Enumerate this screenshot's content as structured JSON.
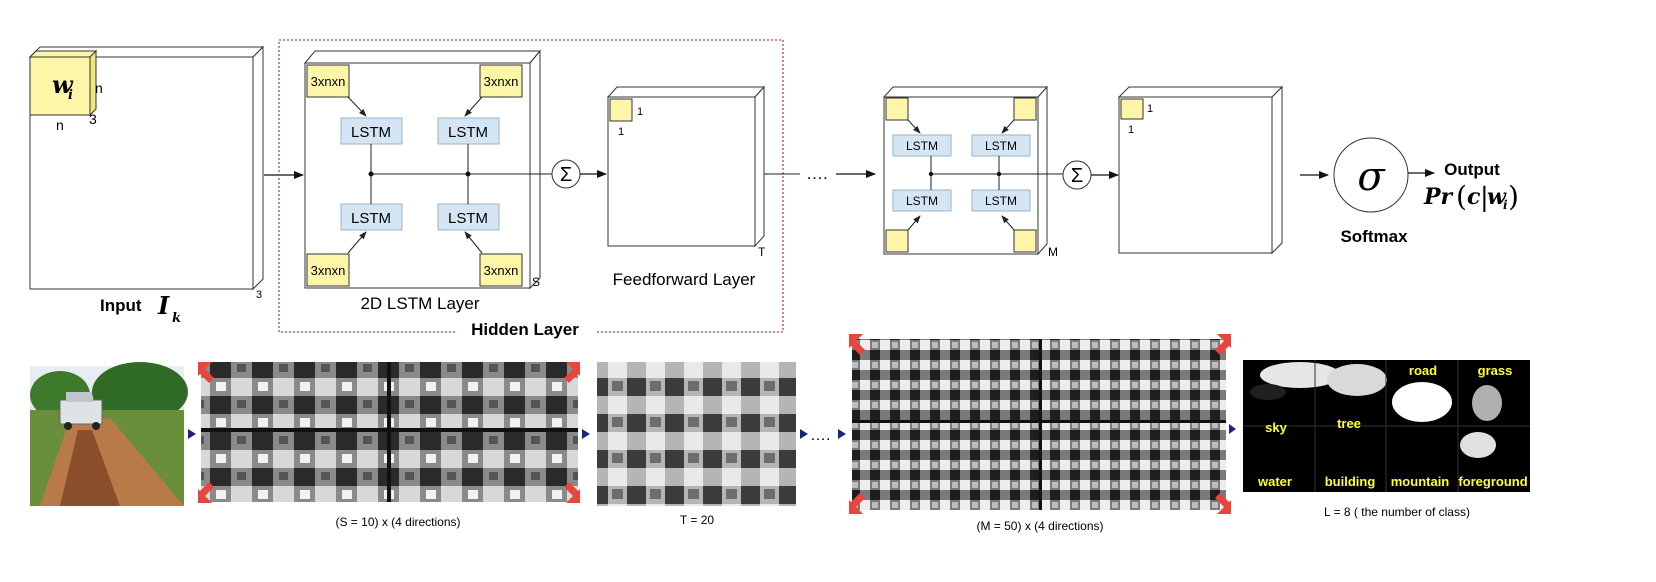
{
  "colors": {
    "yellow": "#fdf6a8",
    "lstm_box": "#d4e6f4",
    "hidden_border": "#b0417d",
    "arrow_blue": "#1a237e",
    "corner_red": "#e8453c",
    "seg_yellow": "#ffff33"
  },
  "input": {
    "window_label": "w",
    "window_subscript": "i",
    "dim_n_side": "n",
    "dim_n_bottom": "n",
    "dim_depth": "3",
    "channels": "3",
    "label": "Input",
    "label_symbol": "I",
    "label_subscript": "k"
  },
  "lstm_layer": {
    "kernel_label": "3xnxn",
    "cell_label": "LSTM",
    "depth_label": "S",
    "title": "2D LSTM Layer"
  },
  "sum_symbol": "Σ",
  "feedforward": {
    "kernel_size_top": "1",
    "kernel_size_left": "1",
    "depth_label": "T",
    "title": "Feedforward Layer"
  },
  "hidden_layer_label": "Hidden Layer",
  "ellipsis": "….",
  "lstm_layer_2": {
    "cell_label": "LSTM",
    "depth_label": "M"
  },
  "final_layer": {
    "kernel_size_top": "1",
    "kernel_size_left": "1"
  },
  "softmax": {
    "symbol": "σ",
    "label": "Softmax"
  },
  "output": {
    "label": "Output",
    "formula_pr": "Pr",
    "formula_c": "c",
    "formula_w": "w",
    "formula_sub": "i"
  },
  "bottom": {
    "caption_lstm1": "(S = 10) x (4 directions)",
    "caption_ff": "T = 20",
    "ellipsis": "….",
    "caption_lstm2": "(M = 50) x (4 directions)",
    "caption_classes": "L = 8 ( the number of class)",
    "class_labels": [
      "road",
      "grass",
      "sky",
      "tree",
      "water",
      "building",
      "mountain",
      "foreground"
    ]
  }
}
